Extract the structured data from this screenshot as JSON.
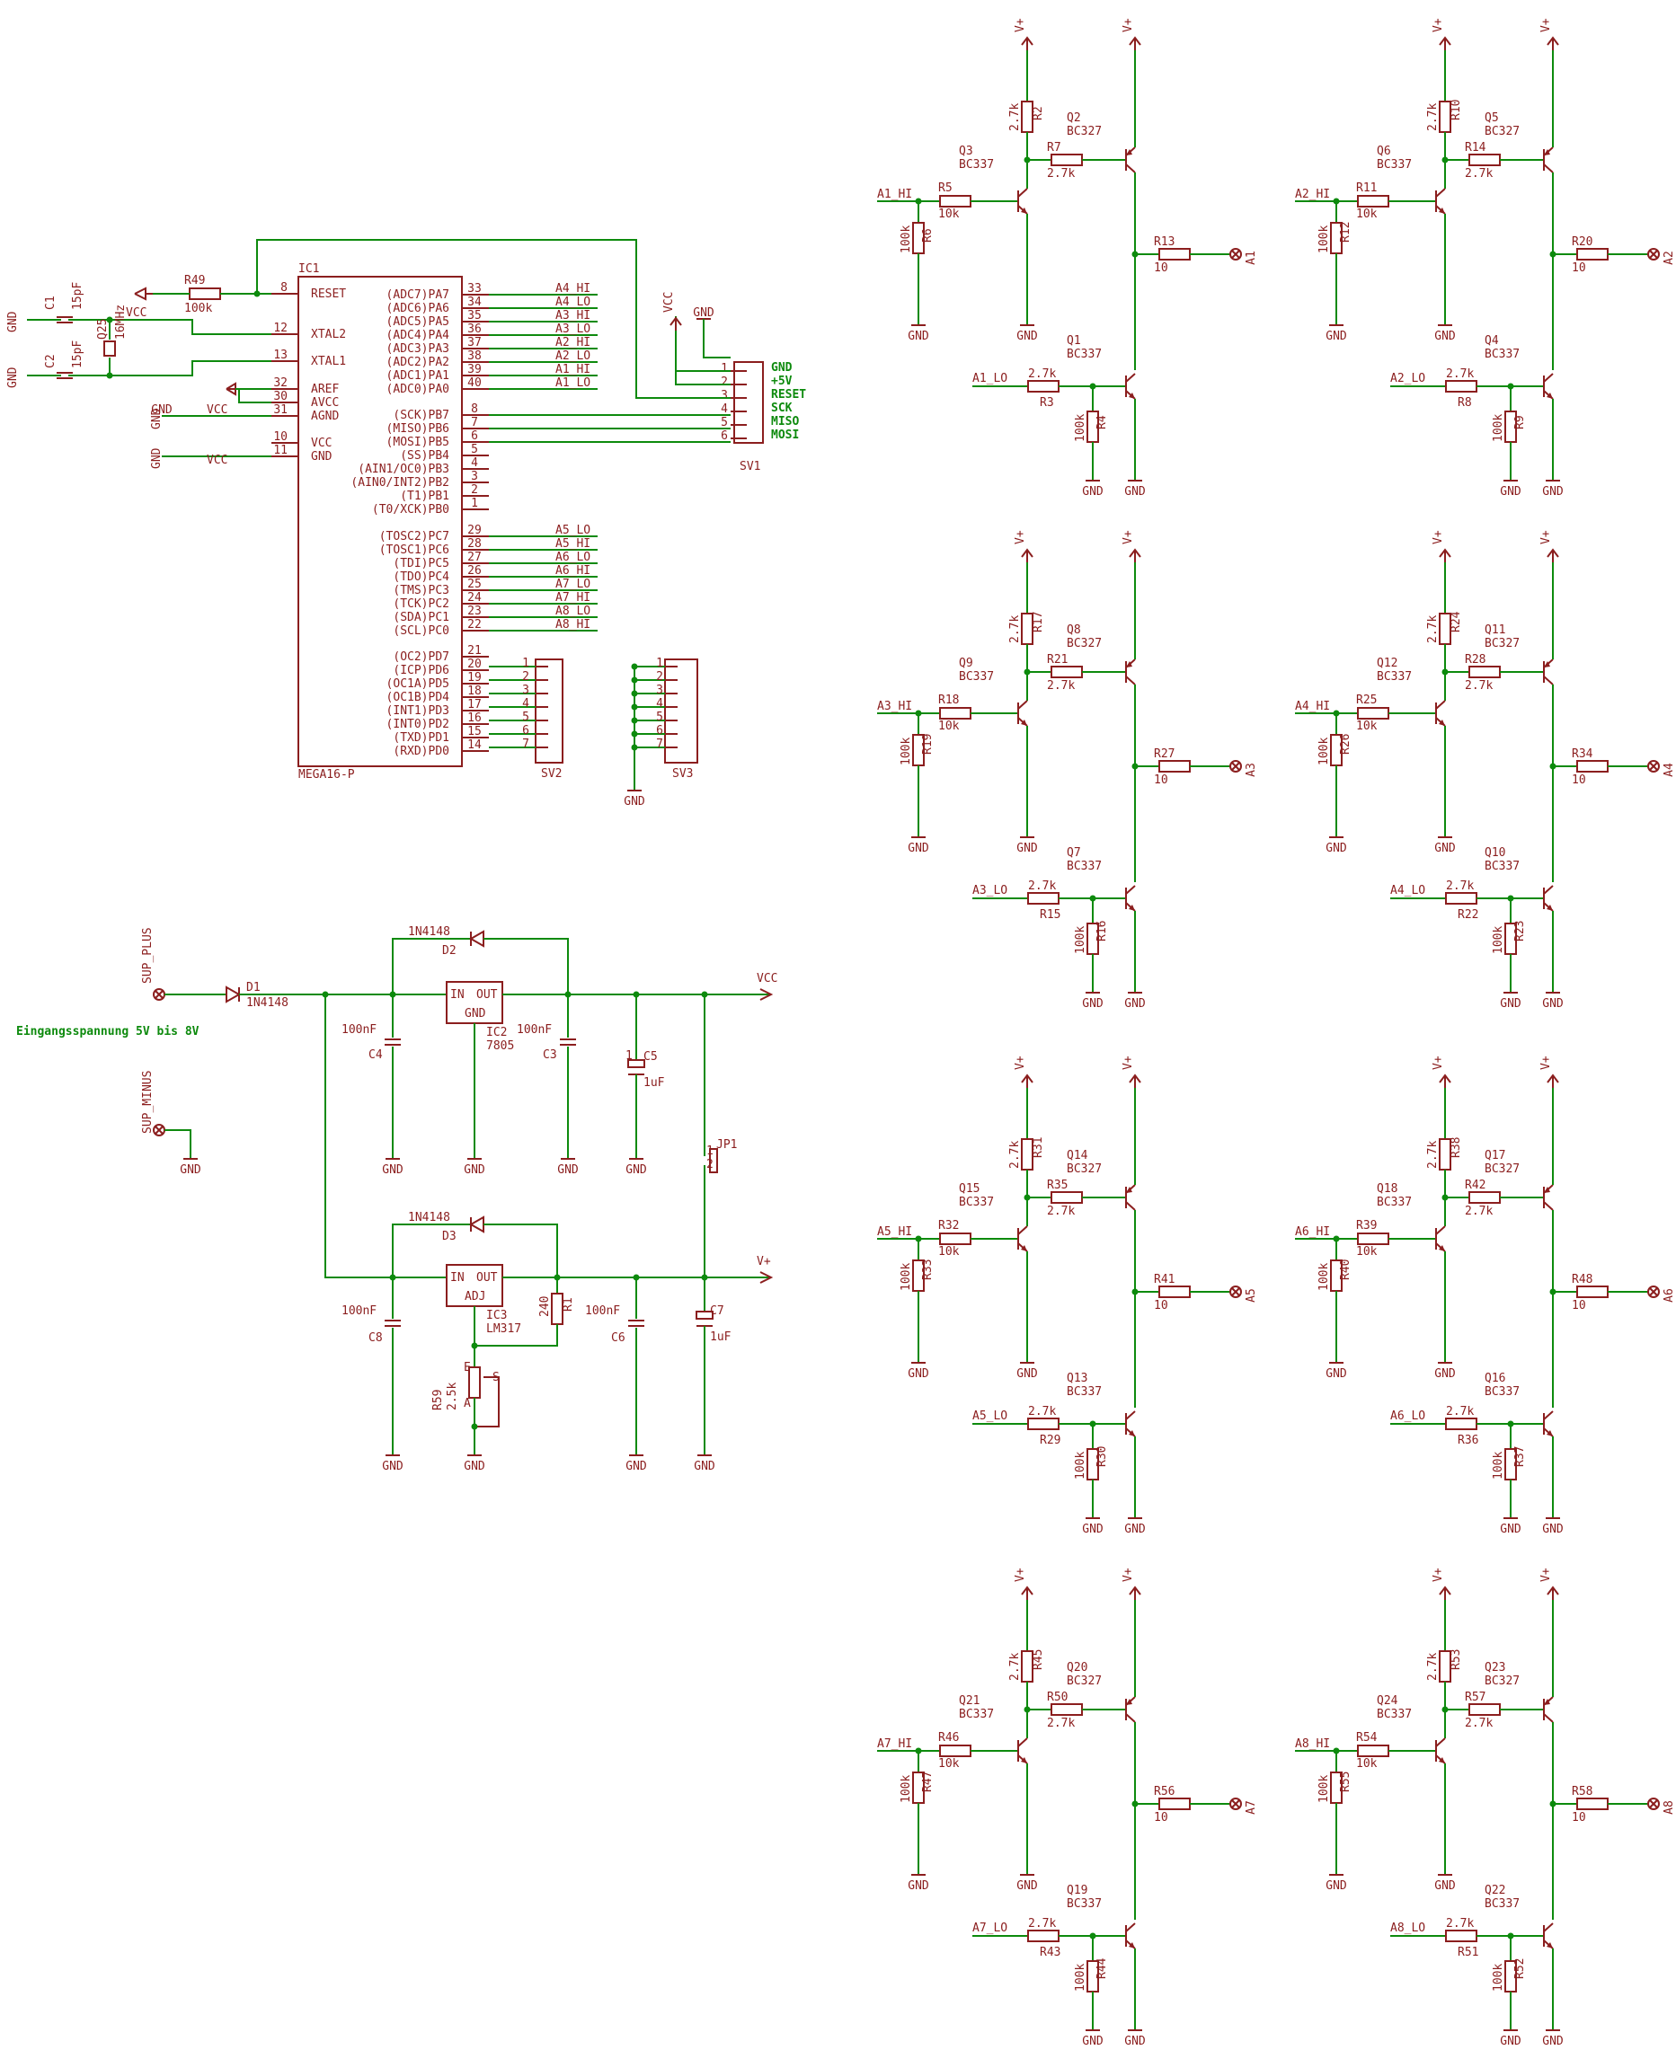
{
  "mcu": {
    "ref": "IC1",
    "part": "MEGA16-P",
    "reset_label": "RESET",
    "xtal2_label": "XTAL2",
    "xtal1_label": "XTAL1",
    "left_pins": [
      {
        "num": "8",
        "name": "RESET"
      },
      {
        "num": "12",
        "name": "XTAL2"
      },
      {
        "num": "13",
        "name": "XTAL1"
      },
      {
        "num": "32",
        "name": "AREF"
      },
      {
        "num": "30",
        "name": "AVCC"
      },
      {
        "num": "31",
        "name": "AGND"
      },
      {
        "num": "10",
        "name": "VCC"
      },
      {
        "num": "11",
        "name": "GND"
      }
    ],
    "port_a": [
      {
        "pin": "(ADC7)PA7",
        "num": "33",
        "net": "A4_HI"
      },
      {
        "pin": "(ADC6)PA6",
        "num": "34",
        "net": "A4_LO"
      },
      {
        "pin": "(ADC5)PA5",
        "num": "35",
        "net": "A3_HI"
      },
      {
        "pin": "(ADC4)PA4",
        "num": "36",
        "net": "A3_LO"
      },
      {
        "pin": "(ADC3)PA3",
        "num": "37",
        "net": "A2_HI"
      },
      {
        "pin": "(ADC2)PA2",
        "num": "38",
        "net": "A2_LO"
      },
      {
        "pin": "(ADC1)PA1",
        "num": "39",
        "net": "A1_HI"
      },
      {
        "pin": "(ADC0)PA0",
        "num": "40",
        "net": "A1_LO"
      }
    ],
    "port_b": [
      {
        "pin": "(SCK)PB7",
        "num": "8"
      },
      {
        "pin": "(MISO)PB6",
        "num": "7"
      },
      {
        "pin": "(MOSI)PB5",
        "num": "6"
      },
      {
        "pin": "(SS)PB4",
        "num": "5"
      },
      {
        "pin": "(AIN1/OC0)PB3",
        "num": "4"
      },
      {
        "pin": "(AIN0/INT2)PB2",
        "num": "3"
      },
      {
        "pin": "(T1)PB1",
        "num": "2"
      },
      {
        "pin": "(T0/XCK)PB0",
        "num": "1"
      }
    ],
    "port_c": [
      {
        "pin": "(TOSC2)PC7",
        "num": "29",
        "net": "A5_LO"
      },
      {
        "pin": "(TOSC1)PC6",
        "num": "28",
        "net": "A5_HI"
      },
      {
        "pin": "(TDI)PC5",
        "num": "27",
        "net": "A6_LO"
      },
      {
        "pin": "(TDO)PC4",
        "num": "26",
        "net": "A6_HI"
      },
      {
        "pin": "(TMS)PC3",
        "num": "25",
        "net": "A7_LO"
      },
      {
        "pin": "(TCK)PC2",
        "num": "24",
        "net": "A7_HI"
      },
      {
        "pin": "(SDA)PC1",
        "num": "23",
        "net": "A8_LO"
      },
      {
        "pin": "(SCL)PC0",
        "num": "22",
        "net": "A8_HI"
      }
    ],
    "port_d": [
      {
        "pin": "(OC2)PD7",
        "num": "21"
      },
      {
        "pin": "(ICP)PD6",
        "num": "20"
      },
      {
        "pin": "(OC1A)PD5",
        "num": "19"
      },
      {
        "pin": "(OC1B)PD4",
        "num": "18"
      },
      {
        "pin": "(INT1)PD3",
        "num": "17"
      },
      {
        "pin": "(INT0)PD2",
        "num": "16"
      },
      {
        "pin": "(TXD)PD1",
        "num": "15"
      },
      {
        "pin": "(RXD)PD0",
        "num": "14"
      }
    ]
  },
  "header_sv1": {
    "ref": "SV1",
    "pins": [
      "1",
      "2",
      "3",
      "4",
      "5",
      "6"
    ],
    "signals": [
      "GND",
      "+5V",
      "RESET",
      "SCK",
      "MISO",
      "MOSI"
    ]
  },
  "header_sv2": {
    "ref": "SV2",
    "pins": [
      "1",
      "2",
      "3",
      "4",
      "5",
      "6",
      "7"
    ]
  },
  "header_sv3": {
    "ref": "SV3",
    "pins": [
      "1",
      "2",
      "3",
      "4",
      "5",
      "6",
      "7"
    ]
  },
  "mcu_periph": {
    "r49_ref": "R49",
    "r49_val": "100k",
    "c1_ref": "C1",
    "c1_val": "15pF",
    "c2_ref": "C2",
    "c2_val": "15pF",
    "q25_ref": "Q25",
    "q25_val": "16MHz",
    "gnd": "GND",
    "vcc": "VCC"
  },
  "power": {
    "sup_plus": "SUP_PLUS",
    "sup_minus": "SUP_MINUS",
    "input_note": "Eingangsspannung 5V bis 8V",
    "d1_ref": "D1",
    "d1_val": "1N4148",
    "d2_ref": "D2",
    "d2_val": "1N4148",
    "d3_ref": "D3",
    "d3_val": "1N4148",
    "ic2_ref": "IC2",
    "ic2_val": "7805",
    "ic3_ref": "IC3",
    "ic3_val": "LM317",
    "in_label": "IN",
    "out_label": "OUT",
    "gnd_label": "GND",
    "adj_label": "ADJ",
    "c3_ref": "C3",
    "c4_ref": "C4",
    "c6_ref": "C6",
    "c8_ref": "C8",
    "cap_100n": "100nF",
    "c5_ref": "C5",
    "c7_ref": "C7",
    "cap_1u": "1uF",
    "r1_ref": "R1",
    "r1_val": "240",
    "r59_ref": "R59",
    "r59_val": "2.5k",
    "pot_a": "A",
    "pot_e": "E",
    "pot_s": "S",
    "jp1_ref": "JP1",
    "jp_pin1": "1",
    "jp_pin2": "2",
    "vcc": "VCC",
    "vplus": "V+",
    "gnd": "GND"
  },
  "drivers": [
    {
      "ch": "1",
      "hi": "A1_HI",
      "lo": "A1_LO",
      "out": "A1",
      "q_hi_n": "Q3",
      "q_hi_p": "Q2",
      "q_lo_n": "Q1",
      "r_pu": "R2",
      "r_base": "R7",
      "r_in": "R5",
      "r_pd": "R6",
      "r_out": "R13",
      "r_lo": "R3",
      "r_lopd": "R4"
    },
    {
      "ch": "2",
      "hi": "A2_HI",
      "lo": "A2_LO",
      "out": "A2",
      "q_hi_n": "Q6",
      "q_hi_p": "Q5",
      "q_lo_n": "Q4",
      "r_pu": "R10",
      "r_base": "R14",
      "r_in": "R11",
      "r_pd": "R12",
      "r_out": "R20",
      "r_lo": "R8",
      "r_lopd": "R9"
    },
    {
      "ch": "3",
      "hi": "A3_HI",
      "lo": "A3_LO",
      "out": "A3",
      "q_hi_n": "Q9",
      "q_hi_p": "Q8",
      "q_lo_n": "Q7",
      "r_pu": "R17",
      "r_base": "R21",
      "r_in": "R18",
      "r_pd": "R19",
      "r_out": "R27",
      "r_lo": "R15",
      "r_lopd": "R16"
    },
    {
      "ch": "4",
      "hi": "A4_HI",
      "lo": "A4_LO",
      "out": "A4",
      "q_hi_n": "Q12",
      "q_hi_p": "Q11",
      "q_lo_n": "Q10",
      "r_pu": "R24",
      "r_base": "R28",
      "r_in": "R25",
      "r_pd": "R26",
      "r_out": "R34",
      "r_lo": "R22",
      "r_lopd": "R23"
    },
    {
      "ch": "5",
      "hi": "A5_HI",
      "lo": "A5_LO",
      "out": "A5",
      "q_hi_n": "Q15",
      "q_hi_p": "Q14",
      "q_lo_n": "Q13",
      "r_pu": "R31",
      "r_base": "R35",
      "r_in": "R32",
      "r_pd": "R33",
      "r_out": "R41",
      "r_lo": "R29",
      "r_lopd": "R30"
    },
    {
      "ch": "6",
      "hi": "A6_HI",
      "lo": "A6_LO",
      "out": "A6",
      "q_hi_n": "Q18",
      "q_hi_p": "Q17",
      "q_lo_n": "Q16",
      "r_pu": "R38",
      "r_base": "R42",
      "r_in": "R39",
      "r_pd": "R40",
      "r_out": "R48",
      "r_lo": "R36",
      "r_lopd": "R37"
    },
    {
      "ch": "7",
      "hi": "A7_HI",
      "lo": "A7_LO",
      "out": "A7",
      "q_hi_n": "Q21",
      "q_hi_p": "Q20",
      "q_lo_n": "Q19",
      "r_pu": "R45",
      "r_base": "R50",
      "r_in": "R46",
      "r_pd": "R47",
      "r_out": "R56",
      "r_lo": "R43",
      "r_lopd": "R44"
    },
    {
      "ch": "8",
      "hi": "A8_HI",
      "lo": "A8_LO",
      "out": "A8",
      "q_hi_n": "Q24",
      "q_hi_p": "Q23",
      "q_lo_n": "Q22",
      "r_pu": "R53",
      "r_base": "R57",
      "r_in": "R54",
      "r_pd": "R55",
      "r_out": "R58",
      "r_lo": "R51",
      "r_lopd": "R52"
    }
  ],
  "driver_parts": {
    "npn": "BC337",
    "pnp": "BC327",
    "v_27k": "2.7k",
    "v_10k": "10k",
    "v_100k": "100k",
    "v_10": "10",
    "vplus": "V+",
    "gnd": "GND"
  },
  "colors": {
    "symbol": "#8b1e1e",
    "wire": "#0d8a0d"
  }
}
